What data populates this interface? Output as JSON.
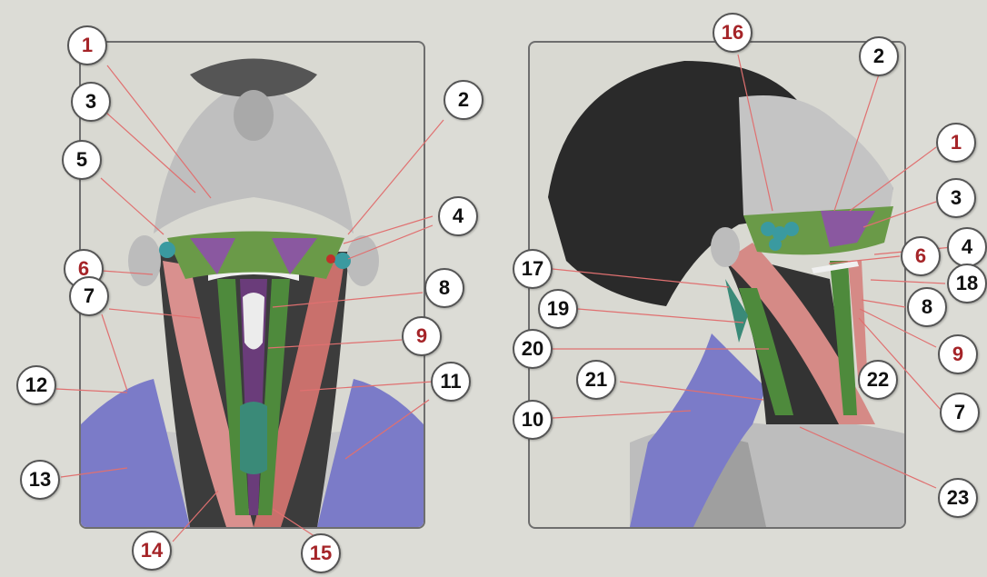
{
  "colors": {
    "background": "#dcdcd6",
    "panel_border": "#6e6e6e",
    "leader_line": "#e07070",
    "label_red": "#a52428",
    "label_black": "#111111"
  },
  "left_panel": {
    "markers": [
      {
        "text": "1",
        "color": "red"
      },
      {
        "text": "2",
        "color": "black"
      },
      {
        "text": "3",
        "color": "black"
      },
      {
        "text": "4",
        "color": "black"
      },
      {
        "text": "5",
        "color": "black"
      },
      {
        "text": "6",
        "color": "red"
      },
      {
        "text": "7",
        "color": "black"
      },
      {
        "text": "8",
        "color": "black"
      },
      {
        "text": "9",
        "color": "red"
      },
      {
        "text": "11",
        "color": "black"
      },
      {
        "text": "12",
        "color": "black"
      },
      {
        "text": "13",
        "color": "black"
      },
      {
        "text": "14",
        "color": "red"
      },
      {
        "text": "15",
        "color": "red"
      }
    ]
  },
  "right_panel": {
    "markers": [
      {
        "text": "16",
        "color": "red"
      },
      {
        "text": "2",
        "color": "black"
      },
      {
        "text": "1",
        "color": "red"
      },
      {
        "text": "3",
        "color": "black"
      },
      {
        "text": "4",
        "color": "black"
      },
      {
        "text": "6",
        "color": "red"
      },
      {
        "text": "18",
        "color": "black"
      },
      {
        "text": "17",
        "color": "black"
      },
      {
        "text": "8",
        "color": "black"
      },
      {
        "text": "19",
        "color": "black"
      },
      {
        "text": "20",
        "color": "black"
      },
      {
        "text": "9",
        "color": "red"
      },
      {
        "text": "21",
        "color": "black"
      },
      {
        "text": "22",
        "color": "black"
      },
      {
        "text": "10",
        "color": "black"
      },
      {
        "text": "7",
        "color": "black"
      },
      {
        "text": "23",
        "color": "black"
      }
    ]
  }
}
